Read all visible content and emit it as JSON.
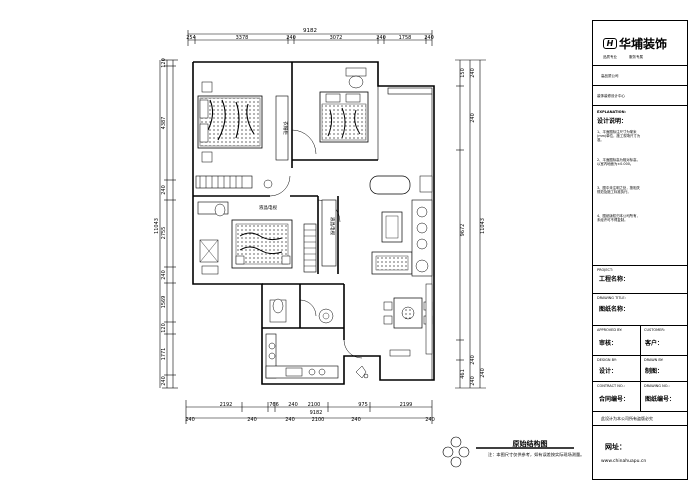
{
  "dimensions": {
    "top_total": "9182",
    "top_segments": [
      "254",
      "3378",
      "240",
      "3072",
      "240",
      "1758",
      "240"
    ],
    "left_segments": [
      "120",
      "4387",
      "240",
      "2755",
      "240",
      "1569",
      "120",
      "1771",
      "240"
    ],
    "left_total": "11043",
    "right_segments": [
      "150",
      "240",
      "240",
      "240",
      "240",
      "461",
      "240"
    ],
    "right_inner": "9672",
    "right_total": "11043",
    "bottom_segments": [
      "2192",
      "766",
      "240",
      "2100",
      "975",
      "2199"
    ],
    "bottom_total": "9182",
    "bottom_row2": [
      "240",
      "240",
      "240",
      "2100",
      "240",
      "240"
    ]
  },
  "room_labels": {
    "wardrobe_top": "衣帽柜",
    "tv_left": "液晶电视",
    "tv_right": "液晶电视"
  },
  "drawing": {
    "title": "原始结构图",
    "note": "注：本图尺寸仅供参考，如有误差按实际现场测量。"
  },
  "title_block": {
    "company": "华埔装饰",
    "company_sub1": "品质专业",
    "company_sub2": "服务专属",
    "company_line": "高品质公司",
    "center_line": "装饰装修设计中心",
    "explanation_en": "EXPLANATION:",
    "explanation": "设计说明：",
    "notes": [
      "1、平面图标注尺寸为毫米(mm)单位，施工现场尺寸为准。",
      "2、平面图标高为相对标高，以室内地面为±0.000。",
      "3、图中未注明之处，按相关规范及施工标准执行。",
      "4、图纸版权归本公司所有，未经许可不得复制。"
    ],
    "project_en": "PROJECT:",
    "project": "工程名称：",
    "drawing_en": "DRAWING TITLE:",
    "drawing_name": "图纸名称：",
    "approved_en": "APPROVED BY:",
    "approved": "审核：",
    "customer_en": "CUSTOMER:",
    "customer": "客户：",
    "designed_en": "DESIGN BY:",
    "designed": "设计：",
    "drawn_en": "DRAWN BY:",
    "drawn": "制图：",
    "contract_en": "CONTRACT NO.:",
    "contract": "合同编号：",
    "drawing_no_en": "DRAWING NO.:",
    "drawing_no": "图纸编号：",
    "copyright": "此设计为本公司所有盗版必究",
    "website_label": "网址：",
    "website": "www.chinahuapu.cn"
  }
}
